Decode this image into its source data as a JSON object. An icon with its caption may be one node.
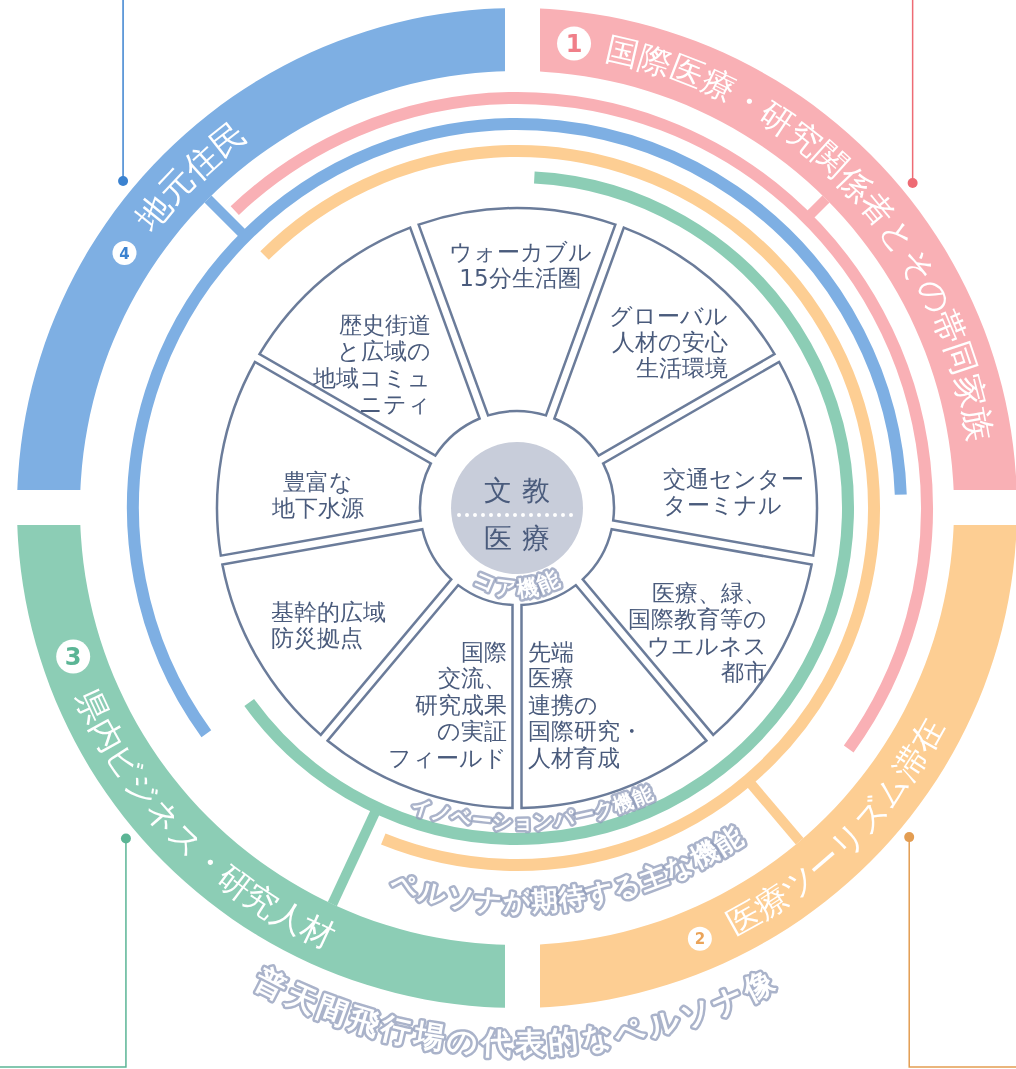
{
  "diagram": {
    "nodes": [
      {
        "text": [
          "1",
          "国際医療・研究関係者とその帯同家族"
        ]
      },
      {
        "text": [
          "2",
          "医療ツーリズム滞在"
        ]
      },
      {
        "text": [
          "3",
          "県内ビジネス・研究人材"
        ]
      },
      {
        "text": [
          "4",
          "地元住民"
        ]
      },
      {
        "text": [
          "文教",
          "医療"
        ]
      },
      {
        "text": [
          "ウォーカブル15分生活圏"
        ]
      },
      {
        "text": [
          "グローバル人材の安心生活環境"
        ]
      },
      {
        "text": [
          "交通センターターミナル"
        ]
      },
      {
        "text": [
          "医療、緑、国際教育等のウエルネス都市"
        ]
      },
      {
        "text": [
          "先端医療連携の国際研究・人材育成"
        ]
      },
      {
        "text": [
          "国際交流、研究成果の実証フィールド"
        ]
      },
      {
        "text": [
          "基幹的広域防災拠点"
        ]
      },
      {
        "text": [
          "豊富な地下水源"
        ]
      },
      {
        "text": [
          "歴史街道と広域の地域コミュニティ"
        ]
      }
    ],
    "edges": [
      {
        "from": 0,
        "to": null,
        "arrow": "other",
        "color": "#ee6b74"
      },
      {
        "from": 1,
        "to": null,
        "arrow": "other",
        "color": "#e39d52"
      },
      {
        "from": 2,
        "to": null,
        "arrow": "other",
        "color": "#5bb595"
      },
      {
        "from": 3,
        "to": null,
        "arrow": "other",
        "color": "#3b82d0"
      }
    ],
    "labels": [
      "コア機能",
      "イノベーションパーク機能",
      "ペルソナが期待する主な機能",
      "普天間飛行場の代表的なペルソナ像"
    ]
  }
}
